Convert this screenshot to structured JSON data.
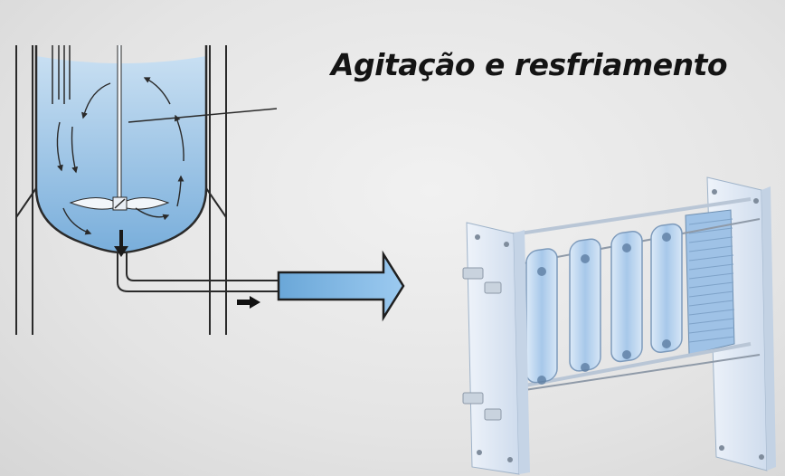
{
  "title": "Agitação e resfriamento",
  "colors": {
    "liquid": "#6fa8d8",
    "liquid_light": "#b9d7f0",
    "flow_arrow": "#7bb4e0",
    "line": "#2a2a2a",
    "plate": "#a9c9ea",
    "frame": "#e3ecf7"
  },
  "icons": [
    "flow-direction-arrow",
    "agitator-impeller",
    "circulation-arrow"
  ]
}
